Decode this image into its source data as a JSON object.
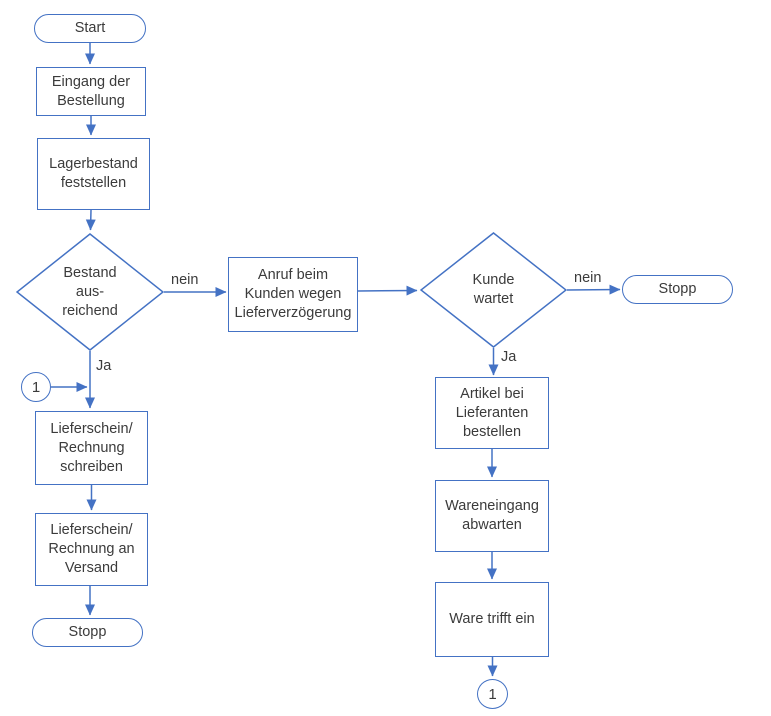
{
  "diagram": {
    "type": "flowchart",
    "language": "de",
    "colors": {
      "accent": "#4472C4",
      "text": "#3B3B3B",
      "node_fill": "#FFFFFF",
      "background": "#FFFFFF"
    },
    "nodes": {
      "start": {
        "type": "terminator",
        "label": "Start"
      },
      "eingang": {
        "type": "process",
        "label": "Eingang der\nBestellung"
      },
      "lager": {
        "type": "process",
        "label": "Lagerbestand\nfeststellen"
      },
      "bestand": {
        "type": "decision",
        "label": "Bestand\naus-\nreichend"
      },
      "anruf": {
        "type": "process",
        "label": "Anruf beim\nKunden wegen\nLieferverzögerung"
      },
      "kunde": {
        "type": "decision",
        "label": "Kunde\nwartet"
      },
      "stopp_rechts": {
        "type": "terminator",
        "label": "Stopp"
      },
      "artikel": {
        "type": "process",
        "label": "Artikel bei\nLieferanten\nbestellen"
      },
      "wareneingang": {
        "type": "process",
        "label": "Wareneingang\nabwarten"
      },
      "ware": {
        "type": "process",
        "label": "Ware trifft ein"
      },
      "connector_rechts": {
        "type": "connector",
        "label": "1"
      },
      "connector_links": {
        "type": "connector",
        "label": "1"
      },
      "lieferschein_schreiben": {
        "type": "process",
        "label": "Lieferschein/\nRechnung\nschreiben"
      },
      "lieferschein_versand": {
        "type": "process",
        "label": "Lieferschein/\nRechnung an\nVersand"
      },
      "stopp_links": {
        "type": "terminator",
        "label": "Stopp"
      }
    },
    "edge_labels": {
      "bestand_nein": "nein",
      "bestand_ja": "Ja",
      "kunde_nein": "nein",
      "kunde_ja": "Ja"
    }
  }
}
